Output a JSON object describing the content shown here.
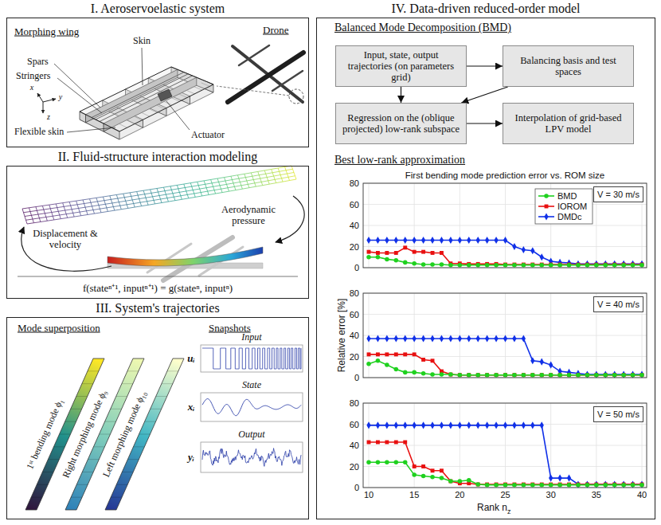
{
  "diagram": {
    "nodes": [
      {
        "text": [
          "I. Aeroservoelastic system"
        ]
      },
      {
        "text": [
          "II. Fluid-structure interaction modeling"
        ]
      },
      {
        "text": [
          "III. System's trajectories"
        ]
      },
      {
        "text": [
          "IV. Data-driven reduced-order model"
        ]
      },
      {
        "text": [
          "Input, state, output trajectories (on parameters grid)"
        ],
        "in": 3
      },
      {
        "text": [
          "Balancing basis and test spaces"
        ],
        "in": 3
      },
      {
        "text": [
          "Regression on the (oblique projected) low-rank subspace"
        ],
        "in": 3
      },
      {
        "text": [
          "Interpolation of grid-based LPV model"
        ],
        "in": 3
      },
      {
        "text": [
          "V = 30 m/s"
        ],
        "in": 3
      },
      {
        "text": [
          "V = 40 m/s"
        ],
        "in": 3
      },
      {
        "text": [
          "V = 50 m/s"
        ],
        "in": 3
      }
    ],
    "edges": [
      {
        "from": 4,
        "to": 5,
        "arrow": "to"
      },
      {
        "from": 4,
        "to": 6,
        "arrow": "to"
      },
      {
        "from": 5,
        "to": 6,
        "arrow": "to"
      },
      {
        "from": 6,
        "to": 7,
        "arrow": "to"
      }
    ],
    "labels": [
      "Morphing wing",
      "Drone",
      "Skin",
      "Spars",
      "Stringers",
      "Flexible skin",
      "Actuator",
      "x",
      "y",
      "z",
      "Aerodynamic pressure",
      "Displacement & velocity",
      "f(stateⁿ⁺¹, inputⁿ⁺¹) = g(stateⁿ, inputⁿ)",
      "Mode superposition",
      "Snapshots",
      "Left morphing mode ϕ₁₀",
      "Right morphing mode ϕ₉",
      "1ˢᵗ bending mode ϕ₁",
      "Input",
      "uᵢ",
      "State",
      "xᵢ",
      "Output",
      "yᵢ",
      "Balanced Mode Decomposition (BMD)",
      "Best low-rank approximation",
      "First bending mode prediction error vs. ROM size",
      "Relative error [%]",
      "Rank n",
      "z",
      "80",
      "60",
      "40",
      "20",
      "0",
      "80",
      "60",
      "40",
      "20",
      "0",
      "80",
      "60",
      "40",
      "20",
      "0",
      "10",
      "15",
      "20",
      "25",
      "30",
      "35",
      "40"
    ],
    "legend": [
      {
        "text": "BMD"
      },
      {
        "text": "IOROM"
      },
      {
        "text": "DMDc"
      }
    ]
  }
}
